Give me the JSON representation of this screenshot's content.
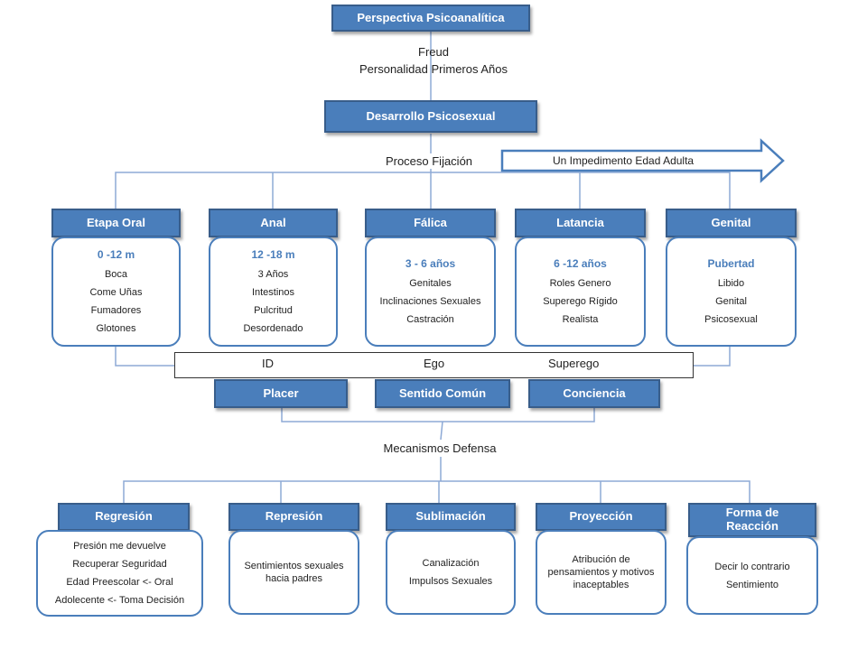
{
  "top": {
    "title": "Perspectiva Psicoanalítica",
    "author": "Freud",
    "subtitle": "Personalidad Primeros Años",
    "development": "Desarrollo Psicosexual",
    "process": "Proceso Fijación",
    "arrow_text": "Un Impedimento Edad Adulta"
  },
  "stages": [
    {
      "label": "Etapa Oral",
      "title": "0 -12 m",
      "items": [
        "Boca",
        "Come Uñas",
        "Fumadores",
        "Glotones"
      ]
    },
    {
      "label": "Anal",
      "title": "12 -18 m",
      "items": [
        "3 Años",
        "Intestinos",
        "Pulcritud",
        "Desordenado"
      ]
    },
    {
      "label": "Fálica",
      "title": "3 - 6 años",
      "items": [
        "Genitales",
        "Inclinaciones Sexuales",
        "Castración"
      ]
    },
    {
      "label": "Latancia",
      "title": "6 -12 años",
      "items": [
        "Roles Genero",
        "Superego Rígido",
        "Realista"
      ]
    },
    {
      "label": "Genital",
      "title": "Pubertad",
      "items": [
        "Libido",
        "Genital",
        "Psicosexual"
      ]
    }
  ],
  "structure": {
    "labels": [
      "ID",
      "Ego",
      "Superego"
    ],
    "boxes": [
      "Placer",
      "Sentido Común",
      "Conciencia"
    ]
  },
  "defense": {
    "title": "Mecanismos Defensa",
    "items": [
      {
        "label": "Regresión",
        "lines": [
          "Presión me devuelve",
          "Recuperar Seguridad",
          "Edad Preescolar <- Oral",
          "Adolecente <- Toma Decisión"
        ]
      },
      {
        "label": "Represión",
        "lines": [
          "Sentimientos sexuales hacia padres"
        ]
      },
      {
        "label": "Sublimación",
        "lines": [
          "Canalización",
          "Impulsos Sexuales"
        ]
      },
      {
        "label": "Proyección",
        "lines": [
          "Atribución de pensamientos y motivos inaceptables"
        ]
      },
      {
        "label": "Forma de Reacción",
        "lines": [
          "Decir lo contrario",
          "Sentimiento"
        ]
      }
    ]
  },
  "colors": {
    "accent": "#4a7ebb",
    "border": "#385d8a",
    "line": "#8eaad6"
  }
}
